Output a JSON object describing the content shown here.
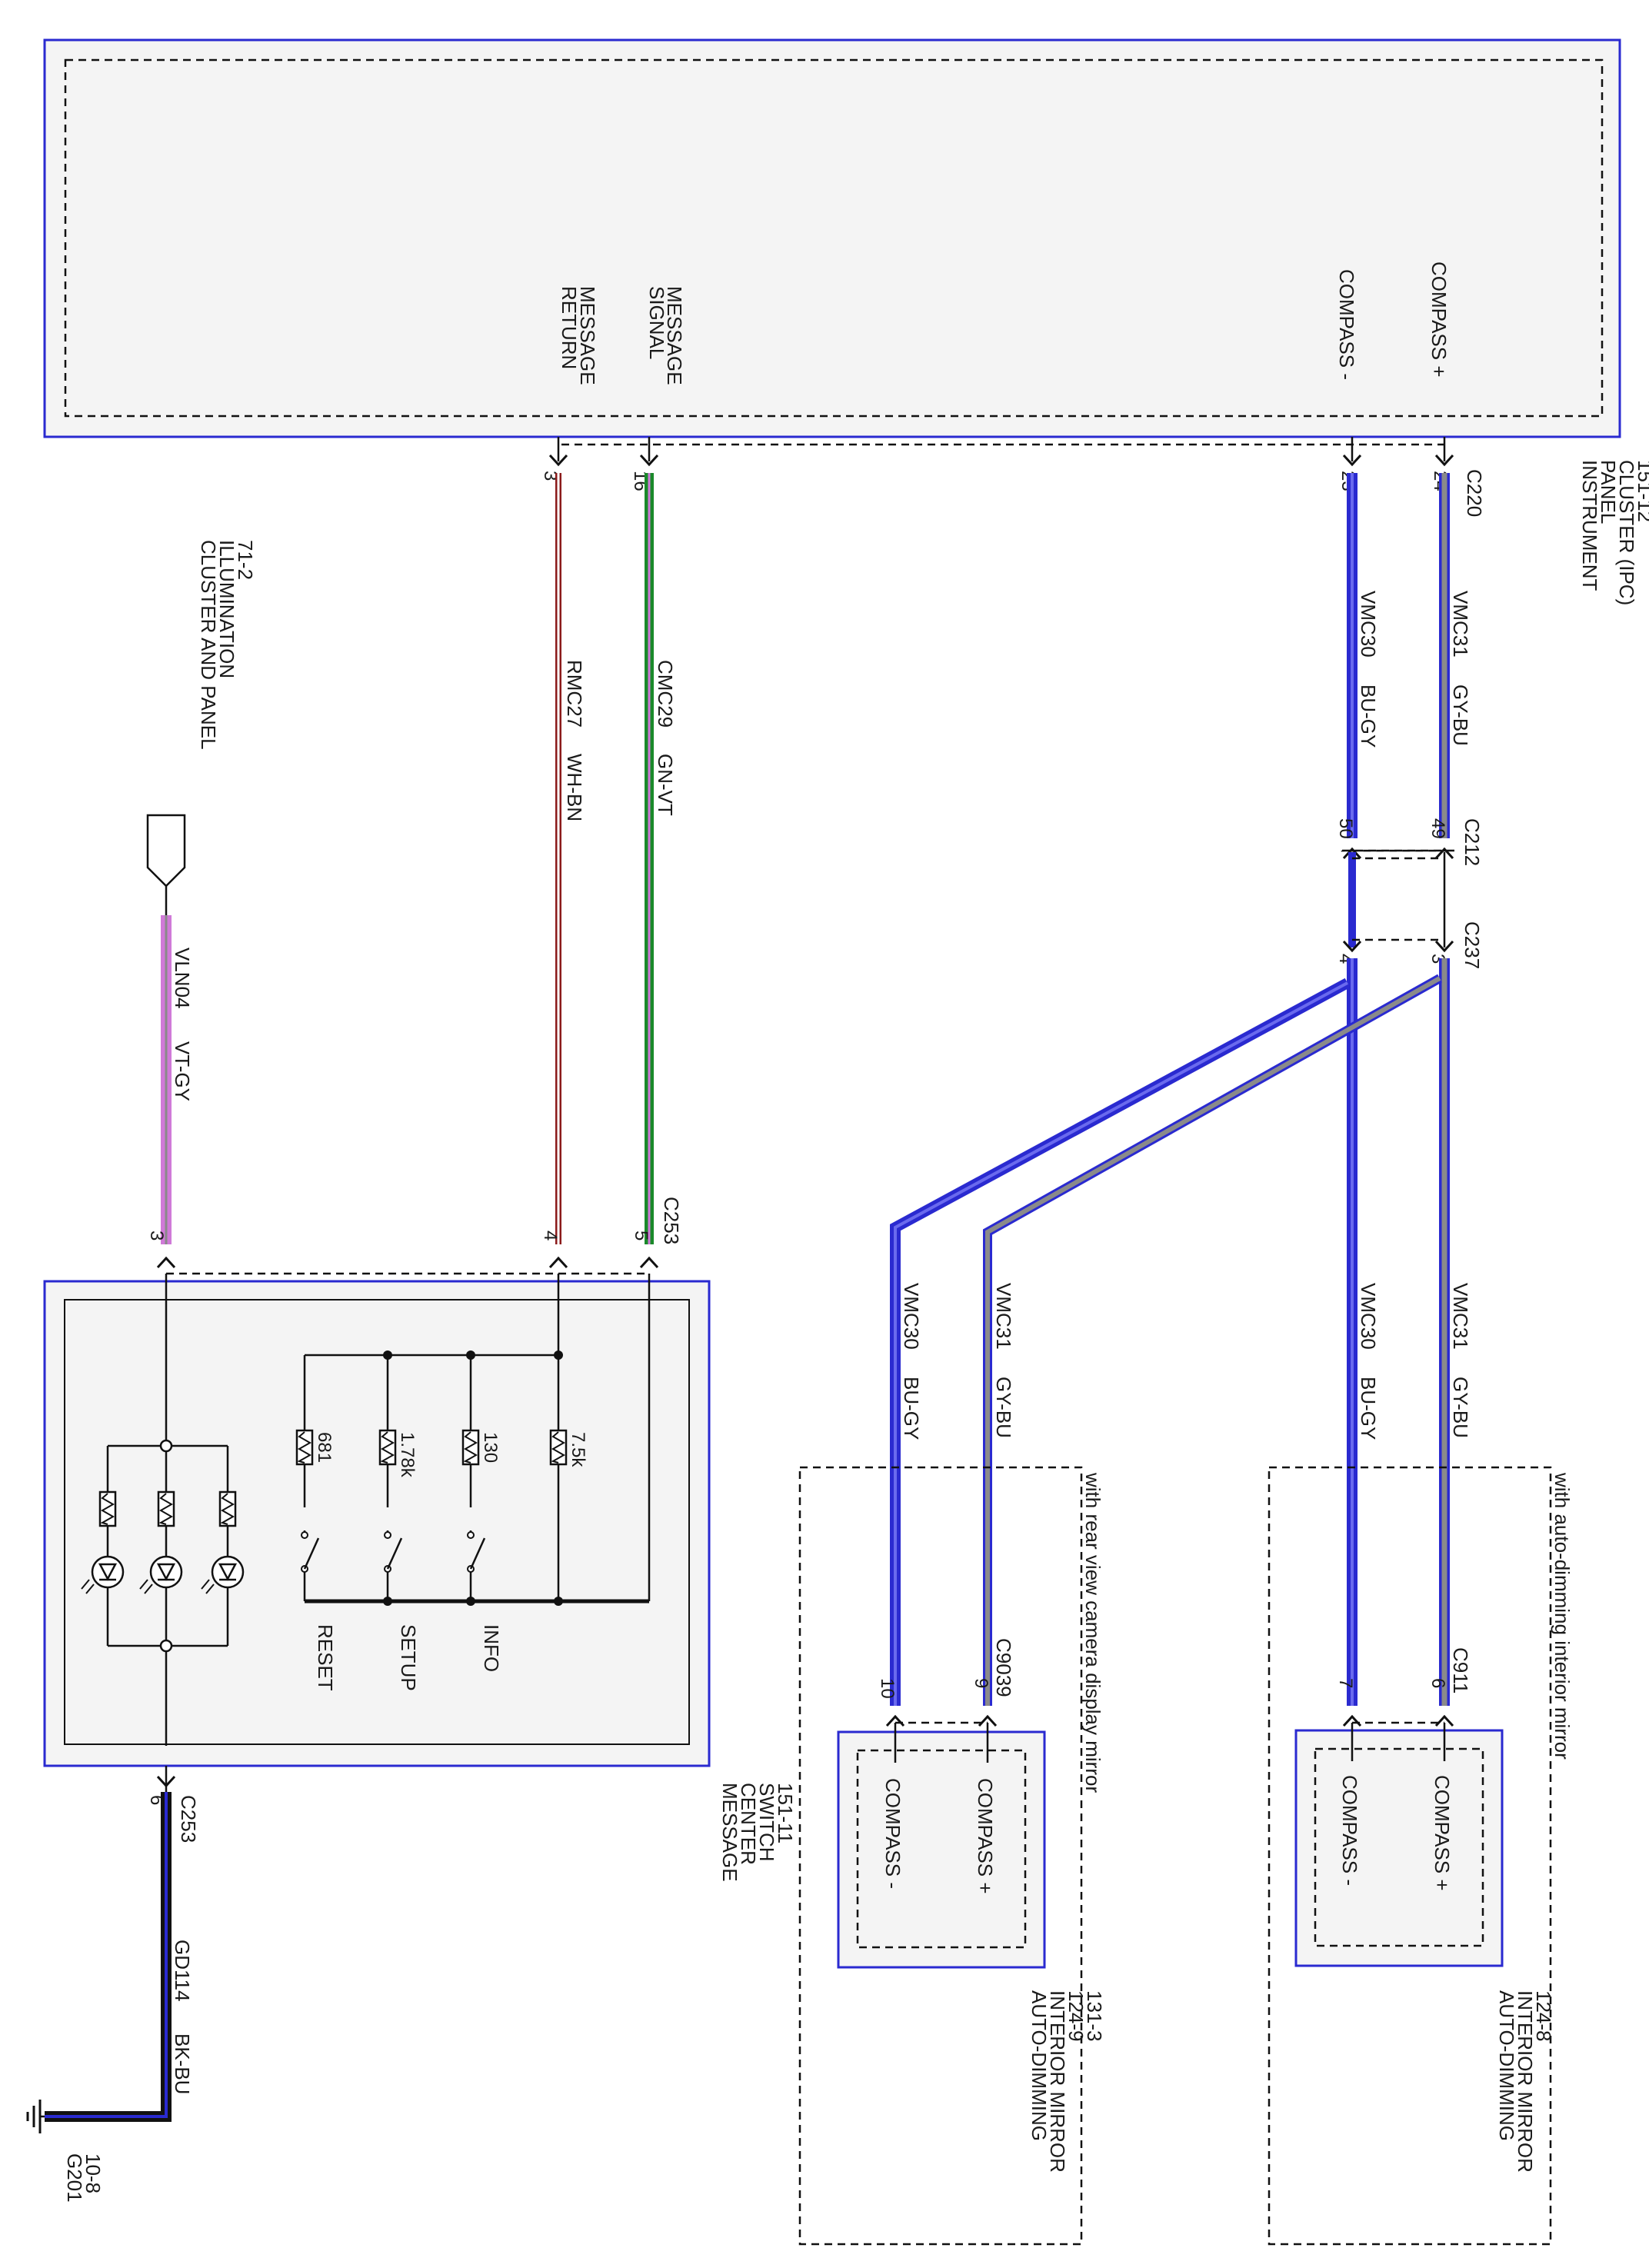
{
  "colors": {
    "BU": "#2a2ad0",
    "GY": "#8a8a8a",
    "GN": "#1a8a2a",
    "VT": "#d07ad8",
    "WH": "#ffffff",
    "BN": "#8b1a1a",
    "BK": "#111111",
    "box_border": "#2a2ad0"
  },
  "components": {
    "ipc": {
      "label": [
        "INSTRUMENT",
        "PANEL",
        "CLUSTER (IPC)",
        "151-12"
      ],
      "connector": "C220",
      "pins": {
        "message_return": [
          "MESSAGE",
          "RETURN"
        ],
        "message_signal": [
          "MESSAGE",
          "SIGNAL"
        ],
        "compass_minus": "COMPASS -",
        "compass_plus": "COMPASS +"
      }
    },
    "msg_switch": {
      "label": [
        "MESSAGE",
        "CENTER",
        "SWITCH",
        "151-11"
      ],
      "resistors": [
        "7.5k",
        "130",
        "1.78k",
        "681"
      ],
      "switches": [
        "INFO",
        "SETUP",
        "RESET"
      ]
    },
    "illum": {
      "label": [
        "CLUSTER AND PANEL",
        "ILLUMINATION",
        "71-2"
      ]
    },
    "ground": {
      "label": [
        "G201",
        "10-8"
      ]
    },
    "mirror_a": {
      "label": [
        "AUTO-DIMMING",
        "INTERIOR MIRROR",
        "124-8"
      ],
      "option": "with auto-dimming interior mirror",
      "connector": "C911",
      "pins": {
        "plus": "COMPASS +",
        "minus": "COMPASS -"
      }
    },
    "mirror_b": {
      "label": [
        "AUTO-DIMMING",
        "INTERIOR MIRROR",
        "124-9",
        "131-3"
      ],
      "option": "with rear view camera display mirror",
      "connector": "C9039",
      "pins": {
        "plus": "COMPASS +",
        "minus": "COMPASS -"
      }
    }
  },
  "connectors": {
    "c212": "C212",
    "c237": "C237",
    "c253_top": "C253",
    "c253_bot": "C253"
  },
  "pin_numbers": {
    "ipc_24": "24",
    "ipc_23": "23",
    "ipc_16": "16",
    "ipc_3": "3",
    "c212_49": "49",
    "c212_50": "50",
    "c237_3": "3",
    "c237_4": "4",
    "c253_5": "5",
    "c253_4": "4",
    "c253_3": "3",
    "c253_6": "6",
    "c911_6": "6",
    "c911_7": "7",
    "c9039_9": "9",
    "c9039_10": "10"
  },
  "wires": {
    "vmc31_top": {
      "circuit": "VMC31",
      "color": "GY-BU"
    },
    "vmc30_top": {
      "circuit": "VMC30",
      "color": "BU-GY"
    },
    "cmc29": {
      "circuit": "CMC29",
      "color": "GN-VT"
    },
    "rmc27": {
      "circuit": "RMC27",
      "color": "WH-BN"
    },
    "vln04": {
      "circuit": "VLN04",
      "color": "VT-GY"
    },
    "vmc31_a": {
      "circuit": "VMC31",
      "color": "GY-BU"
    },
    "vmc30_a": {
      "circuit": "VMC30",
      "color": "BU-GY"
    },
    "vmc31_b": {
      "circuit": "VMC31",
      "color": "GY-BU"
    },
    "vmc30_b": {
      "circuit": "VMC30",
      "color": "BU-GY"
    },
    "gd114": {
      "circuit": "GD114",
      "color": "BK-BU"
    }
  }
}
